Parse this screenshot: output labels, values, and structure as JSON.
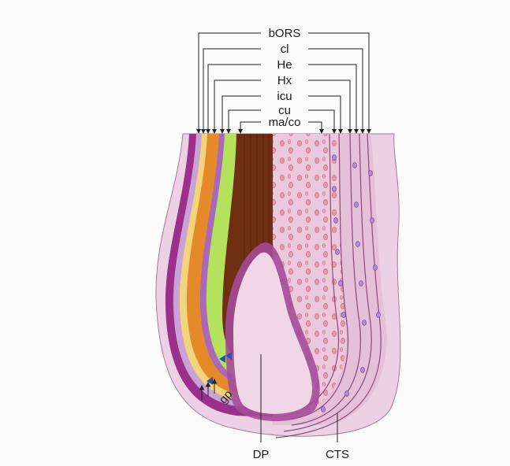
{
  "figure": {
    "top_labels": [
      "bORS",
      "cl",
      "He",
      "Hx",
      "icu",
      "cu",
      "ma/co"
    ],
    "bottom_labels": {
      "dp": "DP",
      "cts": "CTS"
    },
    "inner_label": "gp",
    "colors": {
      "connective_tissue": "#e9cbe2",
      "outer_root_sheath": "#9a2f8c",
      "companion_layer": "#c9a3d6",
      "henle_layer": "#f3d47a",
      "huxley_layer": "#e58a2a",
      "inner_root_sheath_cuticle": "#b4e25c",
      "hair_shaft": "#6e2f12",
      "dermal_papilla": "#f1d6e8",
      "cell_nucleus": "#e39aa9",
      "arrowhead_blue": "#2a4fc2"
    }
  }
}
